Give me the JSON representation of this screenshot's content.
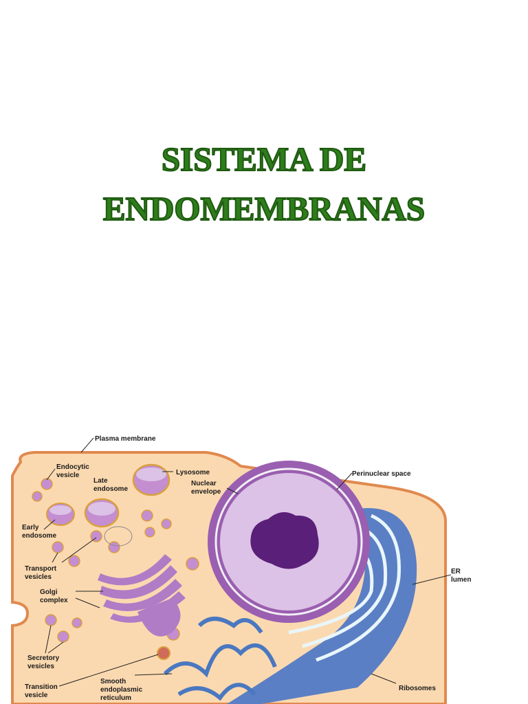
{
  "title": {
    "line1": "SISTEMA DE",
    "line2": "ENDOMEMBRANAS"
  },
  "diagram": {
    "labels": {
      "plasma_membrane": "Plasma membrane",
      "endocytic_vesicle_1": "Endocytic",
      "endocytic_vesicle_2": "vesicle",
      "late_endosome_1": "Late",
      "late_endosome_2": "endosome",
      "lysosome": "Lysosome",
      "nuclear_envelope_1": "Nuclear",
      "nuclear_envelope_2": "envelope",
      "perinuclear_space": "Perinuclear space",
      "early_endosome_1": "Early",
      "early_endosome_2": "endosome",
      "transport_vesicles_1": "Transport",
      "transport_vesicles_2": "vesicles",
      "golgi_complex_1": "Golgi",
      "golgi_complex_2": "complex",
      "er_lumen_1": "ER",
      "er_lumen_2": "lumen",
      "secretory_vesicles_1": "Secretory",
      "secretory_vesicles_2": "vesicles",
      "transition_vesicle_1": "Transition",
      "transition_vesicle_2": "vesicle",
      "smooth_er_1": "Smooth",
      "smooth_er_2": "endoplasmic",
      "smooth_er_3": "reticulum",
      "ribosomes": "Ribosomes"
    },
    "colors": {
      "cytoplasm": "#fbd9b0",
      "membrane": "#e0894f",
      "nucleus": "#9a5fb0",
      "nucleolus": "#5a1f78",
      "golgi": "#b07cc6",
      "rough_er": "#5b7fc4",
      "smooth_er": "#4a78c0",
      "vesicle": "#c48ed0"
    }
  }
}
